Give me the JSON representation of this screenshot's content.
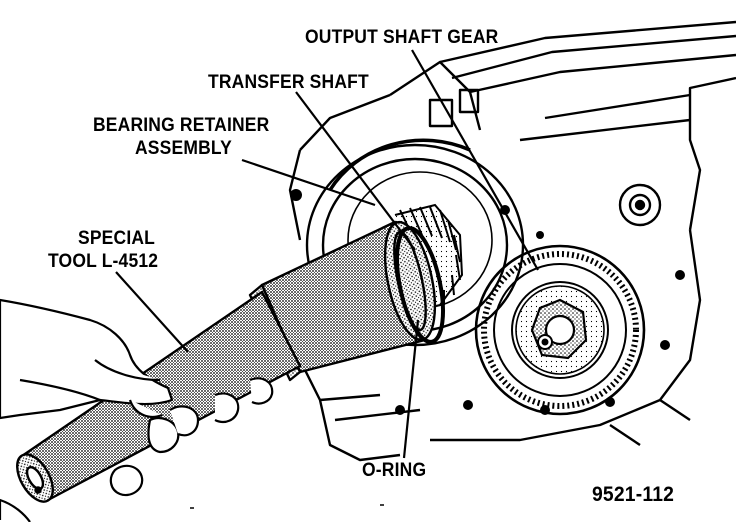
{
  "labels": {
    "output_shaft_gear": "OUTPUT SHAFT GEAR",
    "transfer_shaft": "TRANSFER SHAFT",
    "bearing_retainer_line1": "BEARING RETAINER",
    "bearing_retainer_line2": "ASSEMBLY",
    "special_tool_line1": "SPECIAL",
    "special_tool_line2": "TOOL L-4512",
    "o_ring": "O-RING"
  },
  "figure_number": "9521-112",
  "colors": {
    "ink": "#000000",
    "paper": "#ffffff"
  }
}
